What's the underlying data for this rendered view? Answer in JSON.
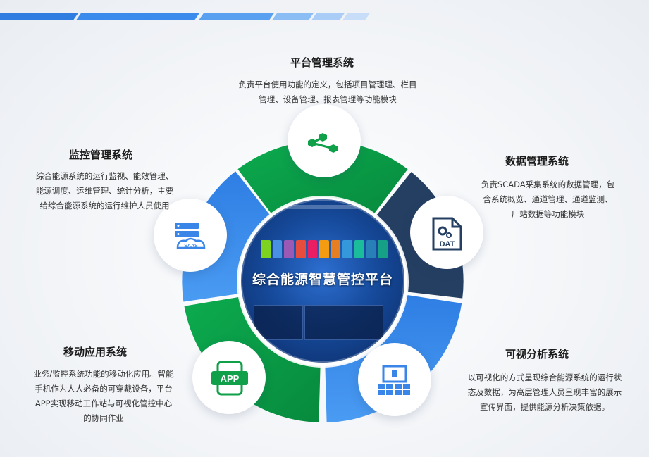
{
  "center": {
    "title": "综合能源智慧管控平台"
  },
  "modules": {
    "platform": {
      "title": "平台管理系统",
      "desc": [
        "负责平台使用功能的定义，包括项目管理理、栏目",
        "管理、设备管理、报表管理等功能模块"
      ],
      "icon": "share-nodes-icon"
    },
    "data": {
      "title": "数据管理系统",
      "desc": [
        "负责SCADA采集系统的数据管理，包",
        "含系统概览、通道管理、通道监测、",
        "厂站数据等功能模块"
      ],
      "icon": "dat-file-icon",
      "icon_text": "DAT"
    },
    "visual": {
      "title": "可视分析系统",
      "desc": [
        "以可视化的方式呈现综合能源系统的运行状",
        "态及数据，为高层管理人员呈现丰富的展示",
        "宣传界面，提供能源分析决策依据。"
      ],
      "icon": "display-wall-icon"
    },
    "mobile": {
      "title": "移动应用系统",
      "desc": [
        "业务/监控系统功能的移动化应用。智能",
        "手机作为人人必备的可穿戴设备，平台",
        "APP实现移动工作站与可视化管控中心",
        "的协同作业"
      ],
      "icon": "app-icon",
      "icon_text": "APP"
    },
    "monitor": {
      "title": "监控管理系统",
      "desc": [
        "综合能源系统的运行监视、能效管理、",
        "能源调度、运维管理、统计分析，主要",
        "给综合能源系统的运行维护人员使用"
      ],
      "icon": "saas-server-icon",
      "icon_text": "SAAS"
    }
  },
  "colors": {
    "green": "#0aa14a",
    "navy": "#243e63",
    "blue": "#2d7fe3",
    "light_blue": "#3f93f0",
    "icon_blue": "#3a86e8",
    "icon_green": "#10a04a"
  }
}
